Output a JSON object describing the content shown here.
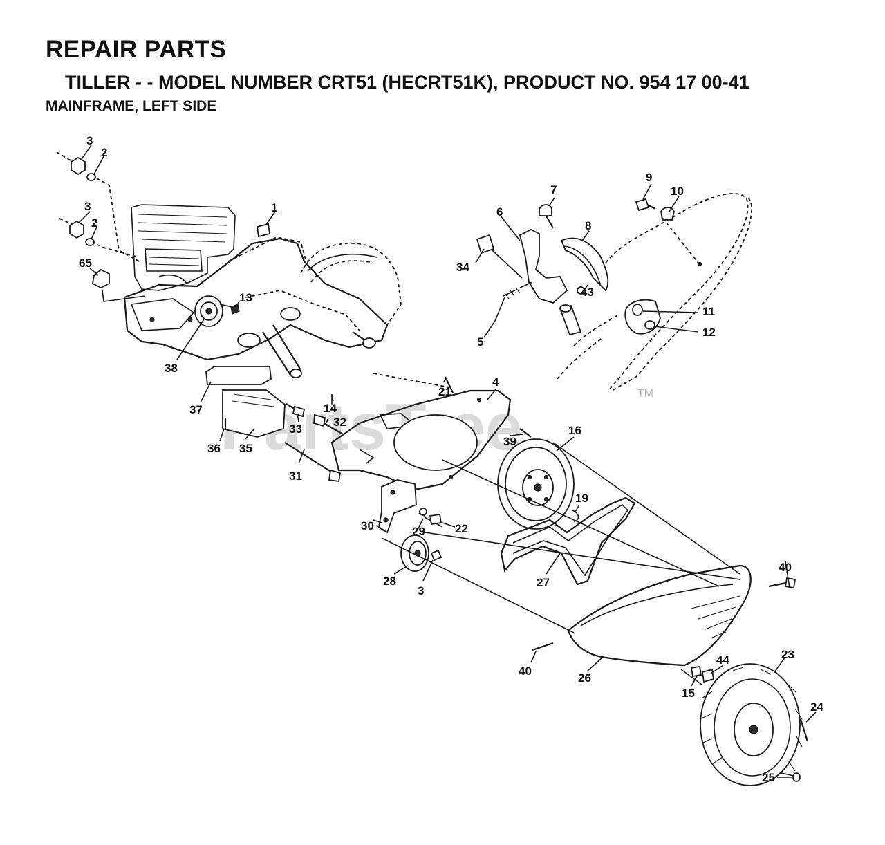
{
  "header": {
    "title": "REPAIR PARTS",
    "subtitle": "TILLER - - MODEL NUMBER CRT51 (HECRT51K), PRODUCT NO. 954 17 00-41",
    "section": "MAINFRAME, LEFT SIDE"
  },
  "watermark": {
    "text": "PartsTree",
    "trademark": "TM"
  },
  "callouts": [
    "1",
    "2",
    "2",
    "3",
    "3",
    "3",
    "4",
    "5",
    "6",
    "7",
    "8",
    "9",
    "10",
    "11",
    "12",
    "13",
    "14",
    "15",
    "16",
    "19",
    "21",
    "22",
    "23",
    "24",
    "25",
    "26",
    "27",
    "28",
    "29",
    "30",
    "31",
    "32",
    "33",
    "34",
    "35",
    "36",
    "37",
    "38",
    "39",
    "40",
    "40",
    "43",
    "44",
    "65"
  ],
  "colors": {
    "ink": "#1a1a1a",
    "watermark": "#cfcfcf"
  }
}
